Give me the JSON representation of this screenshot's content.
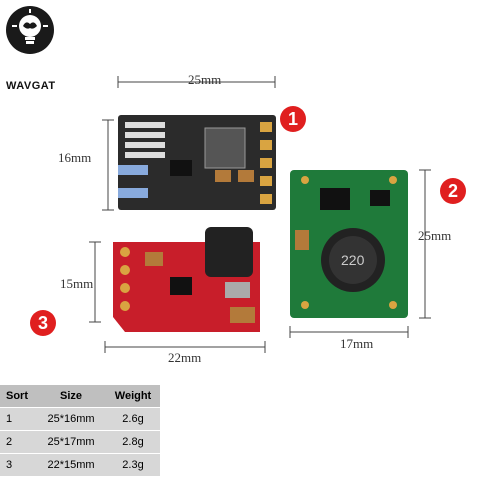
{
  "logo": {
    "brand": "WAVGAT",
    "icon": "brain-bulb-icon"
  },
  "boards": [
    {
      "badge": "1",
      "width_label": "25mm",
      "height_label": "16mm"
    },
    {
      "badge": "2",
      "width_label": "17mm",
      "height_label": "25mm"
    },
    {
      "badge": "3",
      "width_label": "22mm",
      "height_label": "15mm"
    }
  ],
  "table": {
    "headers": [
      "Sort",
      "Size",
      "Weight"
    ],
    "rows": [
      [
        "1",
        "25*16mm",
        "2.6g"
      ],
      [
        "2",
        "25*17mm",
        "2.8g"
      ],
      [
        "3",
        "22*15mm",
        "2.3g"
      ]
    ]
  },
  "colors": {
    "badge": "#e01f1f",
    "pcb_black": "#2b2b2b",
    "pcb_green": "#1f7a3a",
    "pcb_red": "#c81e2a"
  }
}
